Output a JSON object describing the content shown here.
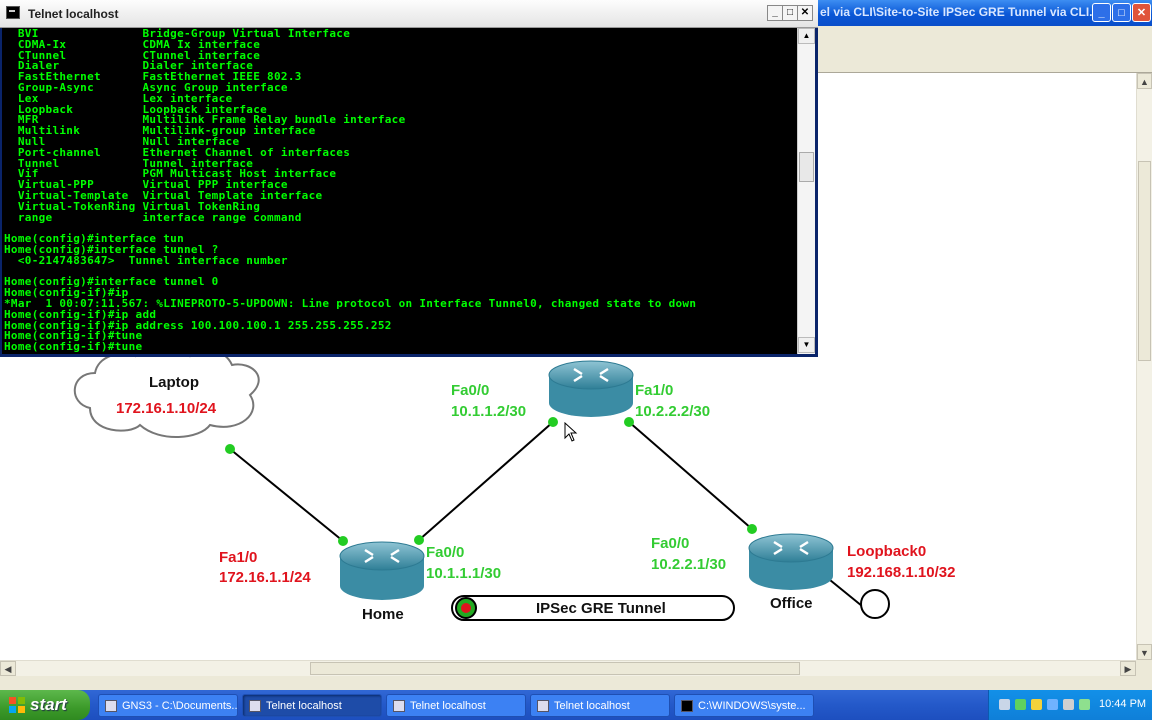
{
  "gns3_window": {
    "title": "el via CLI\\Site-to-Site IPSec GRE Tunnel via CLI...",
    "buttons": {
      "minimize": "_",
      "maximize": "□",
      "close": "✕"
    }
  },
  "telnet_window": {
    "title": "Telnet localhost",
    "buttons": {
      "minimize": "_",
      "maximize": "□",
      "close": "✕"
    },
    "terminal_lines": [
      "  BVI               Bridge-Group Virtual Interface",
      "  CDMA-Ix           CDMA Ix interface",
      "  CTunnel           CTunnel interface",
      "  Dialer            Dialer interface",
      "  FastEthernet      FastEthernet IEEE 802.3",
      "  Group-Async       Async Group interface",
      "  Lex               Lex interface",
      "  Loopback          Loopback interface",
      "  MFR               Multilink Frame Relay bundle interface",
      "  Multilink         Multilink-group interface",
      "  Null              Null interface",
      "  Port-channel      Ethernet Channel of interfaces",
      "  Tunnel            Tunnel interface",
      "  Vif               PGM Multicast Host interface",
      "  Virtual-PPP       Virtual PPP interface",
      "  Virtual-Template  Virtual Template interface",
      "  Virtual-TokenRing Virtual TokenRing",
      "  range             interface range command",
      "",
      "Home(config)#interface tun",
      "Home(config)#interface tunnel ?",
      "  <0-2147483647>  Tunnel interface number",
      "",
      "Home(config)#interface tunnel 0",
      "Home(config-if)#ip",
      "*Mar  1 00:07:11.567: %LINEPROTO-5-UPDOWN: Line protocol on Interface Tunnel0, changed state to down",
      "Home(config-if)#ip add",
      "Home(config-if)#ip address 100.100.100.1 255.255.255.252",
      "Home(config-if)#tune",
      "Home(config-if)#tune"
    ]
  },
  "topology": {
    "laptop": {
      "name": "Laptop",
      "ip": "172.16.1.10/24"
    },
    "home": {
      "name": "Home",
      "fa10_label": "Fa1/0",
      "fa10_ip": "172.16.1.1/24",
      "fa00_label": "Fa0/0",
      "fa00_ip": "10.1.1.1/30"
    },
    "isp": {
      "fa00_label": "Fa0/0",
      "fa00_ip": "10.1.1.2/30",
      "fa10_label": "Fa1/0",
      "fa10_ip": "10.2.2.2/30"
    },
    "office": {
      "name": "Office",
      "fa00_label": "Fa0/0",
      "fa00_ip": "10.2.2.1/30",
      "loopback_label": "Loopback0",
      "loopback_ip": "192.168.1.10/32"
    },
    "tunnel_label": "IPSec GRE Tunnel"
  },
  "taskbar": {
    "start_label": "start",
    "tasks": [
      {
        "label": "GNS3 - C:\\Documents...",
        "active": false
      },
      {
        "label": "Telnet localhost",
        "active": true
      },
      {
        "label": "Telnet localhost",
        "active": false
      },
      {
        "label": "Telnet localhost",
        "active": false
      },
      {
        "label": "C:\\WINDOWS\\syste...",
        "active": false
      }
    ],
    "clock": "10:44 PM"
  },
  "colors": {
    "link_up": "#33cc33",
    "label_red": "#e0141e",
    "router_teal": "#4a9ab0",
    "taskbar_blue": "#2459c9"
  }
}
